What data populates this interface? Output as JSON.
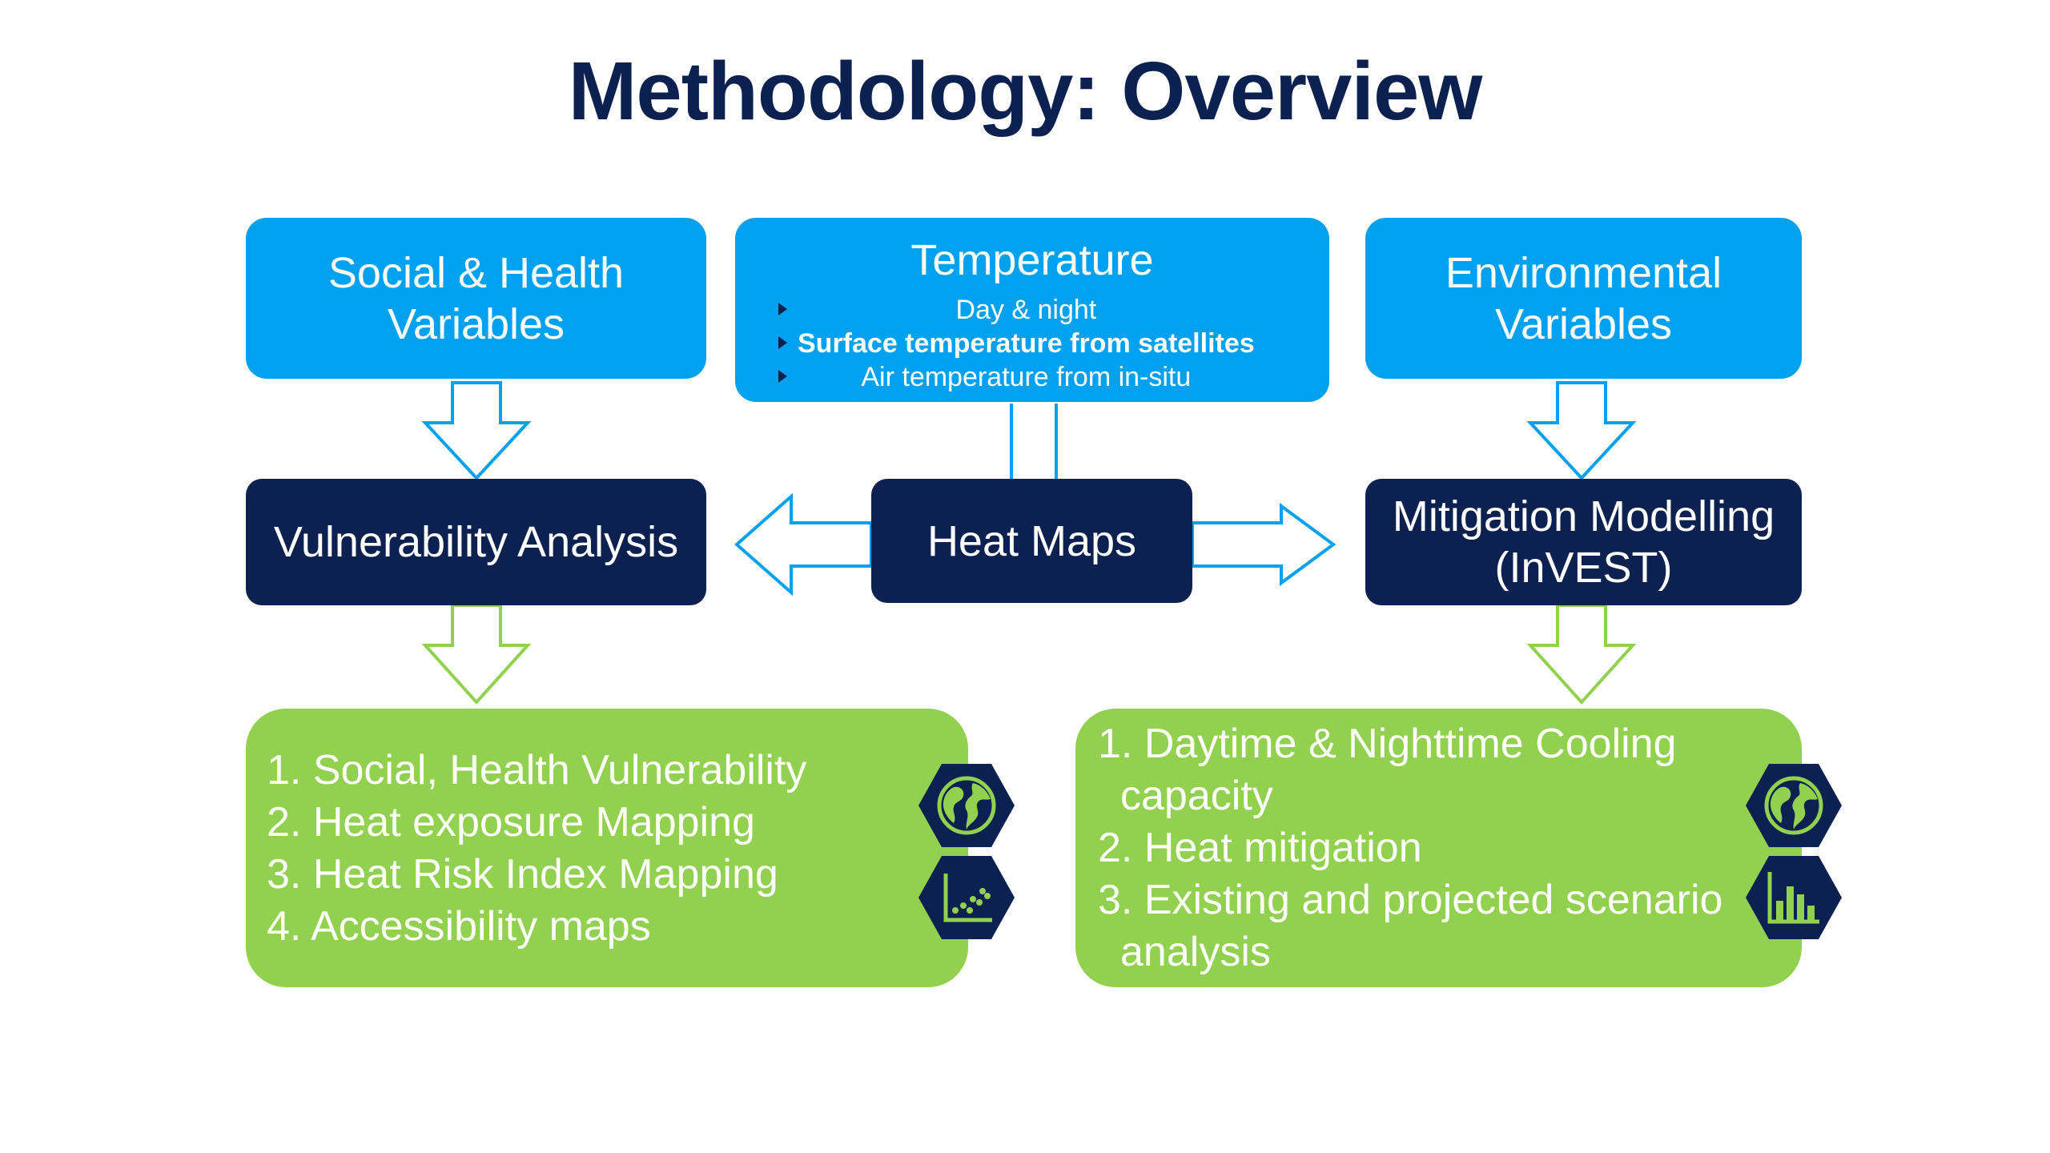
{
  "title": "Methodology: Overview",
  "inputs": {
    "social": {
      "line1": "Social & Health",
      "line2": "Variables"
    },
    "temperature": {
      "title": "Temperature",
      "bullets": [
        "Day & night",
        "Surface temperature from satellites",
        "Air temperature  from in-situ"
      ]
    },
    "environmental": {
      "line1": "Environmental",
      "line2": "Variables"
    }
  },
  "process": {
    "vulnerability": "Vulnerability Analysis",
    "heat_maps": "Heat Maps",
    "mitigation": {
      "line1": "Mitigation Modelling",
      "line2": "(InVEST)"
    }
  },
  "outputs": {
    "left": [
      "1. Social, Health Vulnerability",
      "2. Heat exposure Mapping",
      "3. Heat Risk Index Mapping",
      "4. Accessibility maps"
    ],
    "right": [
      "1. Daytime & Nighttime Cooling",
      "capacity",
      "2. Heat mitigation",
      "3. Existing and projected scenario",
      "analysis"
    ]
  },
  "icons": [
    "globe-icon",
    "scatter-plot-icon",
    "globe-icon",
    "bar-chart-icon"
  ],
  "colors": {
    "title": "#0d2150",
    "input_box": "#00a1f1",
    "process_box": "#0c2150",
    "output_box": "#92d050",
    "blue_arrow": "#00a1f1",
    "green_arrow": "#92d050"
  }
}
